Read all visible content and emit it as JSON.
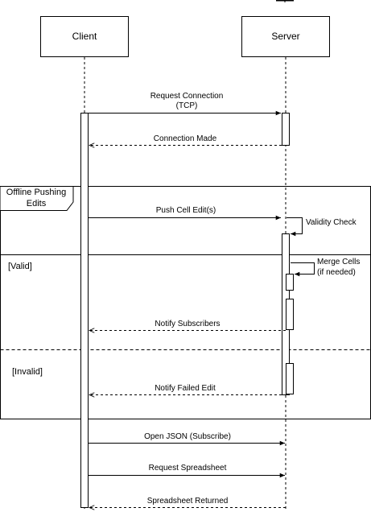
{
  "actors": {
    "client": "Client",
    "server": "Server"
  },
  "fragment": {
    "title_line1": "Offline Pushing",
    "title_line2": "Edits",
    "guard_valid": "[Valid]",
    "guard_invalid": "[Invalid]"
  },
  "messages": {
    "request_connection_line1": "Request Connection",
    "request_connection_line2": "(TCP)",
    "connection_made": "Connection Made",
    "push_cell_edits": "Push Cell Edit(s)",
    "validity_check": "Validity Check",
    "merge_cells_line1": "Merge Cells",
    "merge_cells_line2": "(if needed)",
    "notify_subscribers": "Notify Subscribers",
    "notify_failed_edit": "Notify Failed Edit",
    "open_json": "Open JSON (Subscribe)",
    "request_spreadsheet": "Request Spreadsheet",
    "spreadsheet_returned": "Spreadsheet Returned"
  }
}
